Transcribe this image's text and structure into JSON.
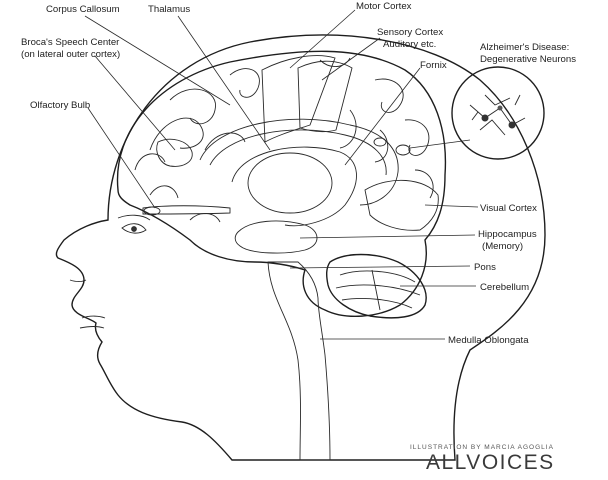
{
  "labels": {
    "corpus_callosum": "Corpus Callosum",
    "thalamus": "Thalamus",
    "motor_cortex": "Motor Cortex",
    "sensory_cortex_1": "Sensory Cortex",
    "sensory_cortex_2": "Auditory etc.",
    "brocas_1": "Broca's Speech Center",
    "brocas_2": "(on lateral outer cortex)",
    "fornix": "Fornix",
    "alzheimers_1": "Alzheimer's Disease:",
    "alzheimers_2": "Degenerative Neurons",
    "olfactory_bulb": "Olfactory Bulb",
    "visual_cortex": "Visual Cortex",
    "hippocampus_1": "Hippocampus",
    "hippocampus_2": "(Memory)",
    "pons": "Pons",
    "cerebellum": "Cerebellum",
    "medulla": "Medulla Oblongata"
  },
  "credit": "ILLUSTRATION BY MARCIA AGOGLIA",
  "watermark": "ALLVOICES",
  "colors": {
    "head_fill": "#b8b8b8",
    "brain_fill": "#ffffff",
    "line": "#1e1e1e",
    "background": "#ffffff"
  }
}
